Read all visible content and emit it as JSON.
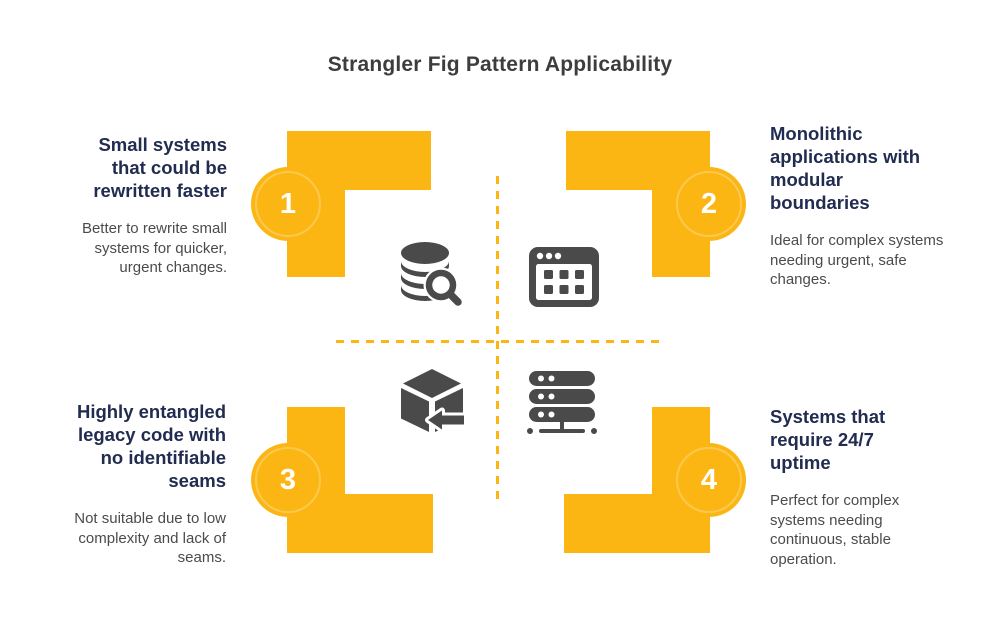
{
  "title": "Strangler Fig Pattern Applicability",
  "colors": {
    "accent": "#FCB614",
    "heading": "#212C50",
    "body": "#4B4B4B",
    "icon": "#4A4A4A",
    "title": "#3D3D3D",
    "badge_text": "#FFFFFF",
    "background": "#FFFFFF"
  },
  "quadrants": [
    {
      "number": "1",
      "heading_lines": [
        "Small systems",
        "that could be",
        "rewritten faster"
      ],
      "description_lines": [
        "Better to rewrite small",
        "systems for quicker,",
        "urgent changes."
      ],
      "icon": "database-search"
    },
    {
      "number": "2",
      "heading_lines": [
        "Monolithic",
        "applications with",
        "modular",
        "boundaries"
      ],
      "description_lines": [
        "Ideal for complex systems",
        "needing urgent, safe",
        "changes."
      ],
      "icon": "app-window-grid"
    },
    {
      "number": "3",
      "heading_lines": [
        "Highly entangled",
        "legacy code with",
        "no identifiable",
        "seams"
      ],
      "description_lines": [
        "Not suitable due to low",
        "complexity and lack of",
        "seams."
      ],
      "icon": "package-box-arrow"
    },
    {
      "number": "4",
      "heading_lines": [
        "Systems that",
        "require 24/7",
        "uptime"
      ],
      "description_lines": [
        "Perfect for complex",
        "systems needing",
        "continuous, stable",
        "operation."
      ],
      "icon": "server-stack"
    }
  ]
}
